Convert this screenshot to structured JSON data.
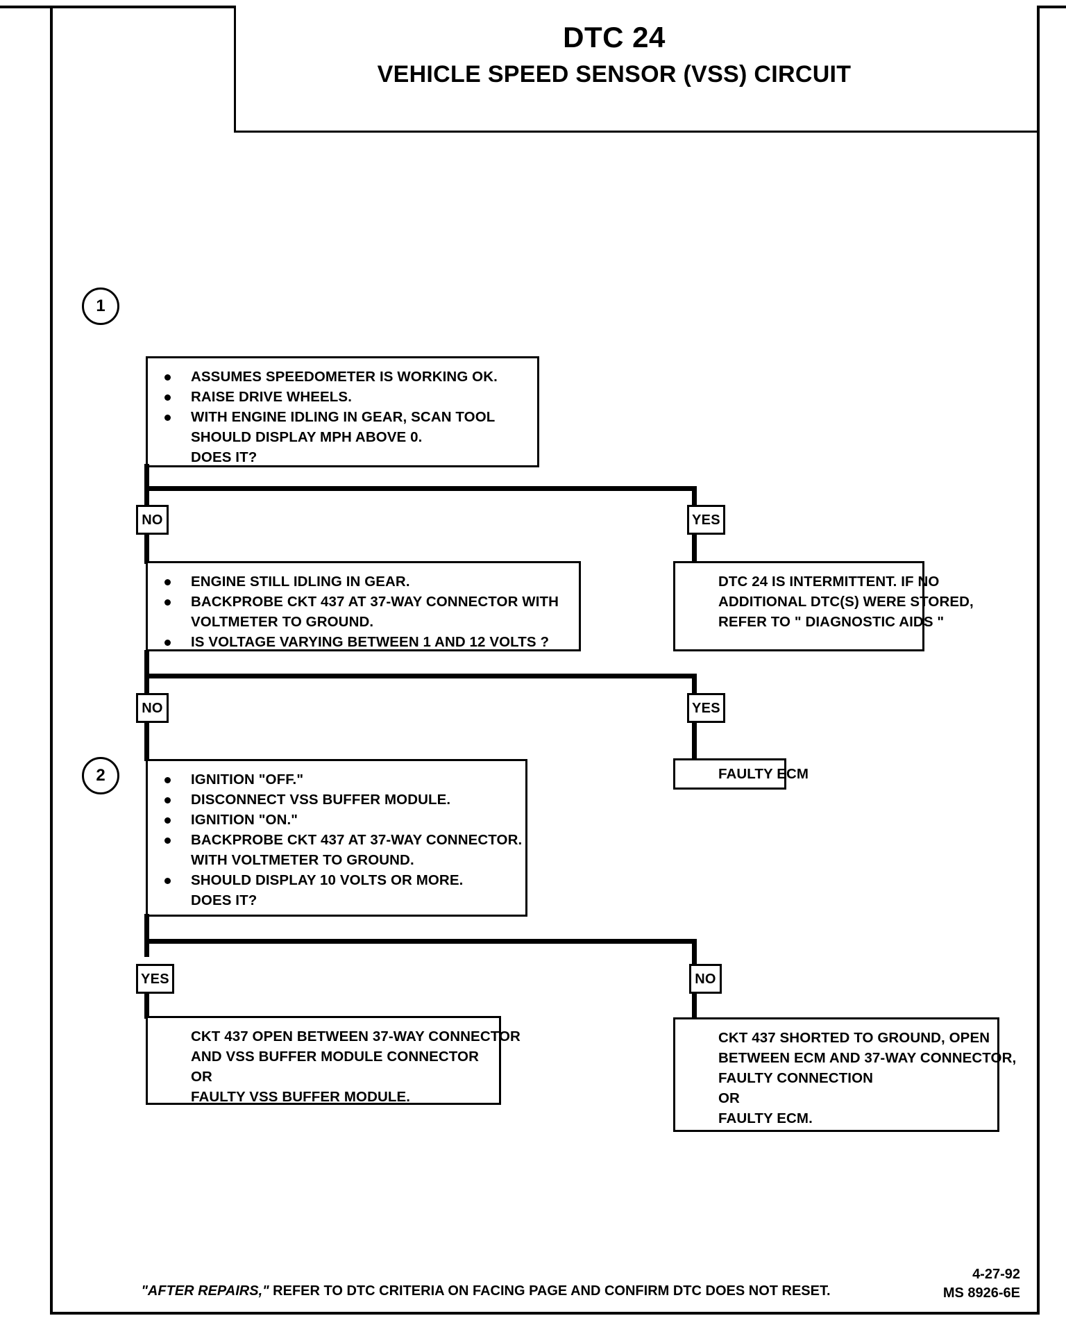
{
  "page": {
    "title_line1": "DTC 24",
    "title_line2": "VEHICLE SPEED SENSOR (VSS) CIRCUIT"
  },
  "steps": {
    "step1_number": "1",
    "step2_number": "2"
  },
  "boxes": {
    "step1": {
      "lines": [
        {
          "bullet": true,
          "text": "ASSUMES SPEEDOMETER IS WORKING OK."
        },
        {
          "bullet": true,
          "text": "RAISE DRIVE WHEELS."
        },
        {
          "bullet": true,
          "text": "WITH ENGINE IDLING IN GEAR, SCAN TOOL"
        },
        {
          "bullet": false,
          "text": "SHOULD DISPLAY MPH ABOVE  0."
        },
        {
          "bullet": false,
          "text": "DOES IT?"
        }
      ]
    },
    "level2_left": {
      "lines": [
        {
          "bullet": true,
          "text": "ENGINE STILL IDLING IN GEAR."
        },
        {
          "bullet": true,
          "text": "BACKPROBE CKT 437 AT 37-WAY CONNECTOR WITH"
        },
        {
          "bullet": false,
          "text": "VOLTMETER TO GROUND."
        },
        {
          "bullet": true,
          "text": "IS VOLTAGE VARYING BETWEEN 1 AND 12 VOLTS ?"
        }
      ]
    },
    "level2_right": {
      "lines": [
        {
          "bullet": false,
          "text": "DTC 24 IS INTERMITTENT.  IF NO"
        },
        {
          "bullet": false,
          "text": "ADDITIONAL DTC(S) WERE STORED,"
        },
        {
          "bullet": false,
          "text": "REFER TO \" DIAGNOSTIC  AIDS \""
        }
      ]
    },
    "faulty_ecm": {
      "lines": [
        {
          "bullet": false,
          "text": "FAULTY ECM"
        }
      ]
    },
    "step2": {
      "lines": [
        {
          "bullet": true,
          "text": "IGNITION \"OFF.\""
        },
        {
          "bullet": true,
          "text": "DISCONNECT VSS BUFFER MODULE."
        },
        {
          "bullet": true,
          "text": "IGNITION \"ON.\""
        },
        {
          "bullet": true,
          "text": "BACKPROBE CKT 437 AT 37-WAY CONNECTOR."
        },
        {
          "bullet": false,
          "text": "WITH VOLTMETER TO GROUND."
        },
        {
          "bullet": true,
          "text": "SHOULD DISPLAY 10 VOLTS OR MORE."
        },
        {
          "bullet": false,
          "text": "DOES IT?"
        }
      ]
    },
    "result_left": {
      "lines": [
        {
          "bullet": false,
          "text": "CKT 437 OPEN BETWEEN 37-WAY CONNECTOR"
        },
        {
          "bullet": false,
          "text": "AND VSS BUFFER MODULE CONNECTOR"
        },
        {
          "bullet": false,
          "text": "OR"
        },
        {
          "bullet": false,
          "text": "FAULTY VSS BUFFER MODULE."
        }
      ]
    },
    "result_right": {
      "lines": [
        {
          "bullet": false,
          "text": "CKT 437 SHORTED TO GROUND, OPEN"
        },
        {
          "bullet": false,
          "text": "BETWEEN ECM AND 37-WAY CONNECTOR,"
        },
        {
          "bullet": false,
          "text": "FAULTY CONNECTION"
        },
        {
          "bullet": false,
          "text": "OR"
        },
        {
          "bullet": false,
          "text": "FAULTY ECM."
        }
      ]
    }
  },
  "branches": {
    "row1_left": "NO",
    "row1_right": "YES",
    "row2_left": "NO",
    "row2_right": "YES",
    "row3_left": "YES",
    "row3_right": "NO"
  },
  "footer": {
    "note_italic": "\"AFTER REPAIRS,\"",
    "note_rest": " REFER TO DTC CRITERIA ON FACING PAGE AND CONFIRM DTC DOES NOT RESET.",
    "date": "4-27-92",
    "doc_id": "MS 8926-6E"
  },
  "colors": {
    "ink": "#000000",
    "paper": "#ffffff"
  }
}
